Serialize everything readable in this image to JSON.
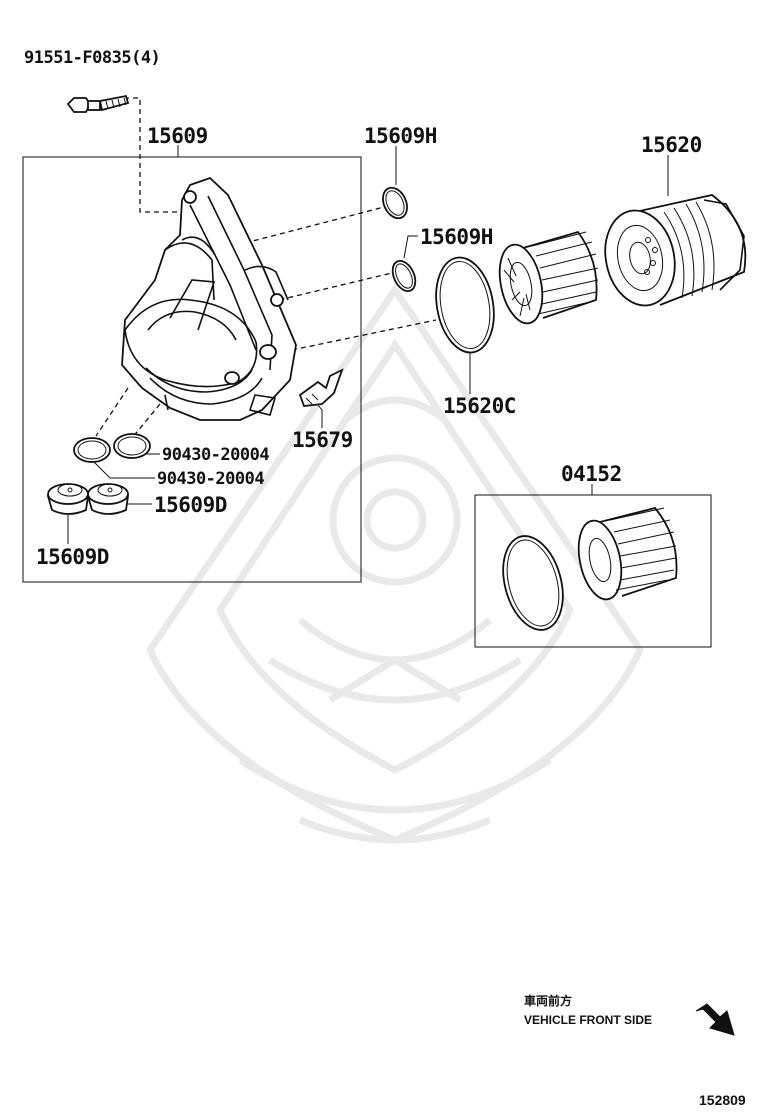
{
  "callouts": {
    "bolt": "91551-F0835(4)",
    "housing": "15609",
    "oring_h_1": "15609H",
    "oring_h_2": "15609H",
    "cap": "15620",
    "gasket": "15620C",
    "sensor": "15679",
    "oring_a": "90430-20004",
    "oring_b": "90430-20004",
    "plug_right": "15609D",
    "plug_left": "15609D",
    "element_kit": "04152"
  },
  "orientation": {
    "label_jp": "車両前方",
    "label_en": "VEHICLE FRONT SIDE",
    "icon": "arrow-down-right-icon"
  },
  "diagram_code": "152809"
}
